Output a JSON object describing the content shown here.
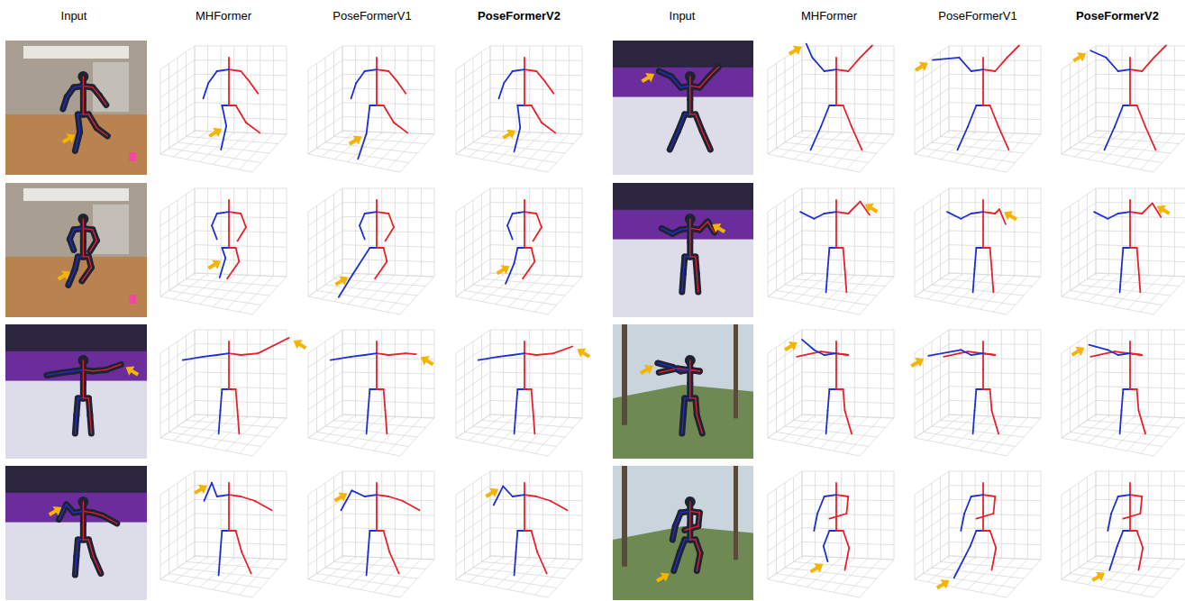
{
  "diagram": {
    "labels": [
      "Input",
      "MHFormer",
      "PoseFormerV1",
      "PoseFormerV2",
      "Input",
      "MHFormer",
      "PoseFormerV1",
      "PoseFormerV2"
    ]
  }
}
